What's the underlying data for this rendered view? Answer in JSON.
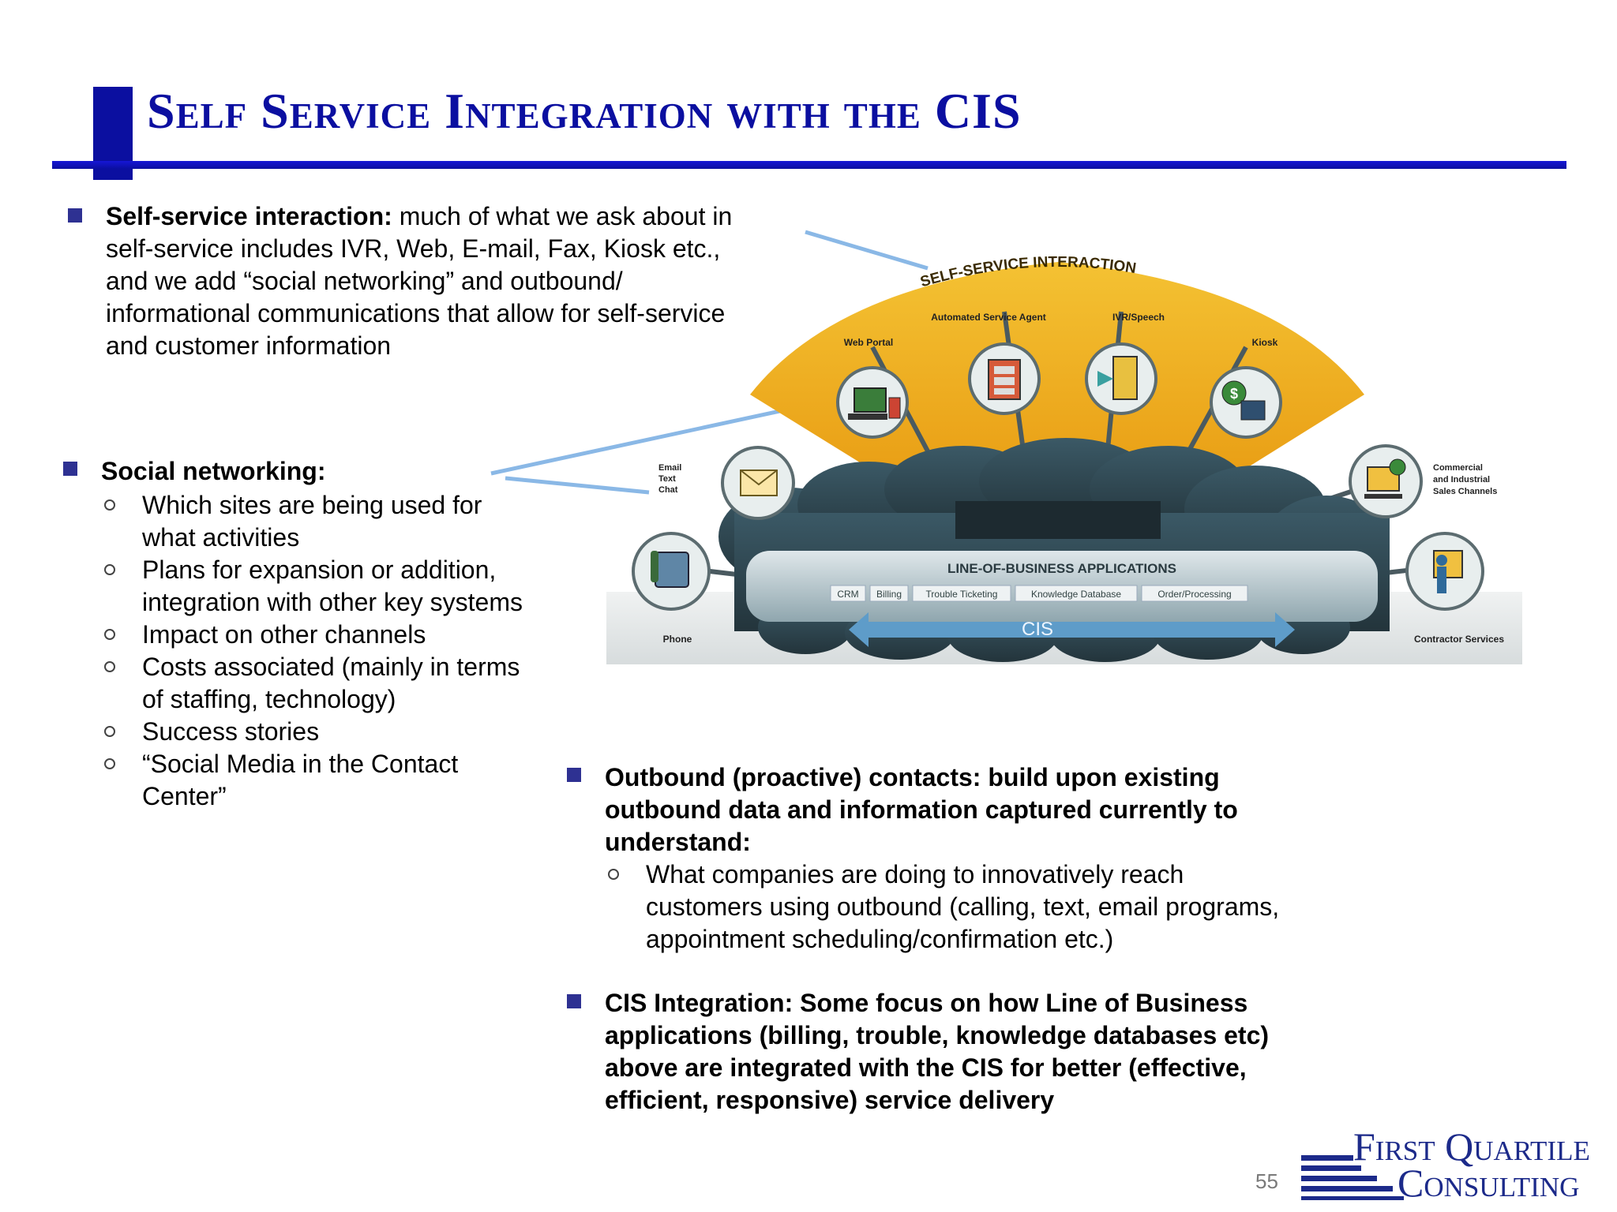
{
  "title": "Self Service Integration with the CIS",
  "bullets": {
    "self_service": {
      "bold": "Self-service interaction:",
      "lines": [
        "much of what we ask about in",
        "self-service includes IVR, Web, E-mail, Fax, Kiosk etc.,",
        "and we add “social networking” and outbound/",
        "informational communications that allow for self-service",
        "and customer information"
      ]
    },
    "social": {
      "bold": "Social networking:",
      "items": [
        {
          "l1": "Which sites are being used for",
          "l2": "what activities"
        },
        {
          "l1": "Plans for expansion or addition,",
          "l2": "integration with other key systems"
        },
        {
          "l1": "Impact on other channels",
          "l2": ""
        },
        {
          "l1": "Costs associated (mainly in terms",
          "l2": "of staffing, technology)"
        },
        {
          "l1": "Success stories",
          "l2": ""
        },
        {
          "l1": "“Social Media in the Contact",
          "l2": "Center”"
        }
      ]
    },
    "outbound": {
      "lines": [
        "Outbound (proactive) contacts: build upon existing",
        "outbound data and information captured currently to",
        "understand:"
      ],
      "sub": [
        "What companies are doing to innovatively reach",
        "customers using outbound  (calling, text, email programs,",
        "appointment scheduling/confirmation etc.)"
      ]
    },
    "cis": {
      "lines": [
        "CIS Integration: Some focus on how Line of Business",
        "applications (billing, trouble, knowledge databases etc)",
        "above are integrated with the CIS for better (effective,",
        "efficient, responsive) service delivery"
      ]
    }
  },
  "diagram": {
    "arc_label": "SELF-SERVICE INTERACTION",
    "top_labels": {
      "web": "Web Portal",
      "asa": "Automated Service Agent",
      "ivr": "IVR/Speech",
      "kiosk": "Kiosk"
    },
    "left_labels": {
      "email": [
        "Email",
        "Text",
        "Chat"
      ],
      "phone": "Phone"
    },
    "right_labels": {
      "commercial": [
        "Commercial",
        "and Industrial",
        "Sales Channels"
      ],
      "contractor": "Contractor Services"
    },
    "lob_title": "LINE-OF-BUSINESS APPLICATIONS",
    "apps": [
      "CRM",
      "Billing",
      "Trouble Ticketing",
      "Knowledge Database",
      "Order/Processing"
    ],
    "cis": "CIS"
  },
  "page_number": "55",
  "logo": {
    "line1": "First Quartile",
    "line2": "Consulting"
  },
  "colors": {
    "title": "#0b0fa0",
    "bullet": "#2e3192",
    "arc_yellow": "#f2b81c",
    "cloud": "#2f4a55"
  }
}
